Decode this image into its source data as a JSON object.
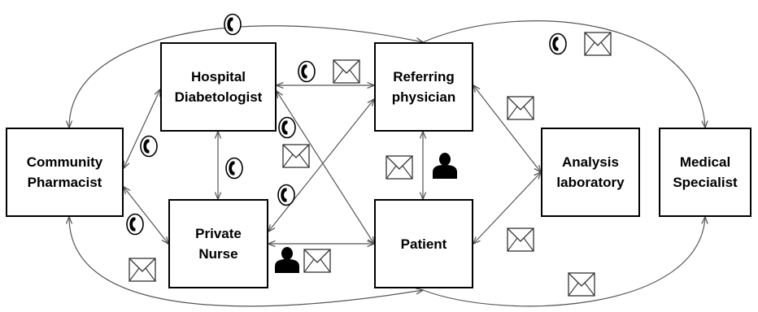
{
  "diagram": {
    "nodes": {
      "community_pharmacist": "Community\nPharmacist",
      "hospital_diabetologist": "Hospital\nDiabetologist",
      "private_nurse": "Private\nNurse",
      "referring_physician": "Referring\nphysician",
      "patient": "Patient",
      "analysis_laboratory": "Analysis\nlaboratory",
      "medical_specialist": "Medical\nSpecialist"
    },
    "connections": [
      {
        "from": "community_pharmacist",
        "to": "hospital_diabetologist",
        "channels": [
          "phone"
        ]
      },
      {
        "from": "community_pharmacist",
        "to": "private_nurse",
        "channels": [
          "phone",
          "mail"
        ]
      },
      {
        "from": "hospital_diabetologist",
        "to": "private_nurse",
        "channels": [
          "phone"
        ]
      },
      {
        "from": "hospital_diabetologist",
        "to": "referring_physician",
        "channels": [
          "phone",
          "mail"
        ]
      },
      {
        "from": "hospital_diabetologist",
        "to": "patient",
        "channels": [
          "phone",
          "mail"
        ]
      },
      {
        "from": "private_nurse",
        "to": "referring_physician",
        "channels": [
          "phone"
        ]
      },
      {
        "from": "private_nurse",
        "to": "patient",
        "channels": [
          "in-person",
          "mail"
        ]
      },
      {
        "from": "referring_physician",
        "to": "patient",
        "channels": [
          "mail",
          "in-person"
        ]
      },
      {
        "from": "referring_physician",
        "to": "analysis_laboratory",
        "channels": [
          "mail"
        ]
      },
      {
        "from": "patient",
        "to": "analysis_laboratory",
        "channels": [
          "mail"
        ]
      },
      {
        "from": "community_pharmacist",
        "to": "referring_physician",
        "channels": [
          "phone"
        ]
      },
      {
        "from": "referring_physician",
        "to": "medical_specialist",
        "channels": [
          "phone",
          "mail"
        ]
      },
      {
        "from": "community_pharmacist",
        "to": "patient",
        "channels": []
      },
      {
        "from": "patient",
        "to": "medical_specialist",
        "channels": [
          "mail"
        ]
      }
    ],
    "icons": {
      "phone": "phone-icon",
      "mail": "envelope-icon",
      "in_person": "person-icon"
    }
  }
}
